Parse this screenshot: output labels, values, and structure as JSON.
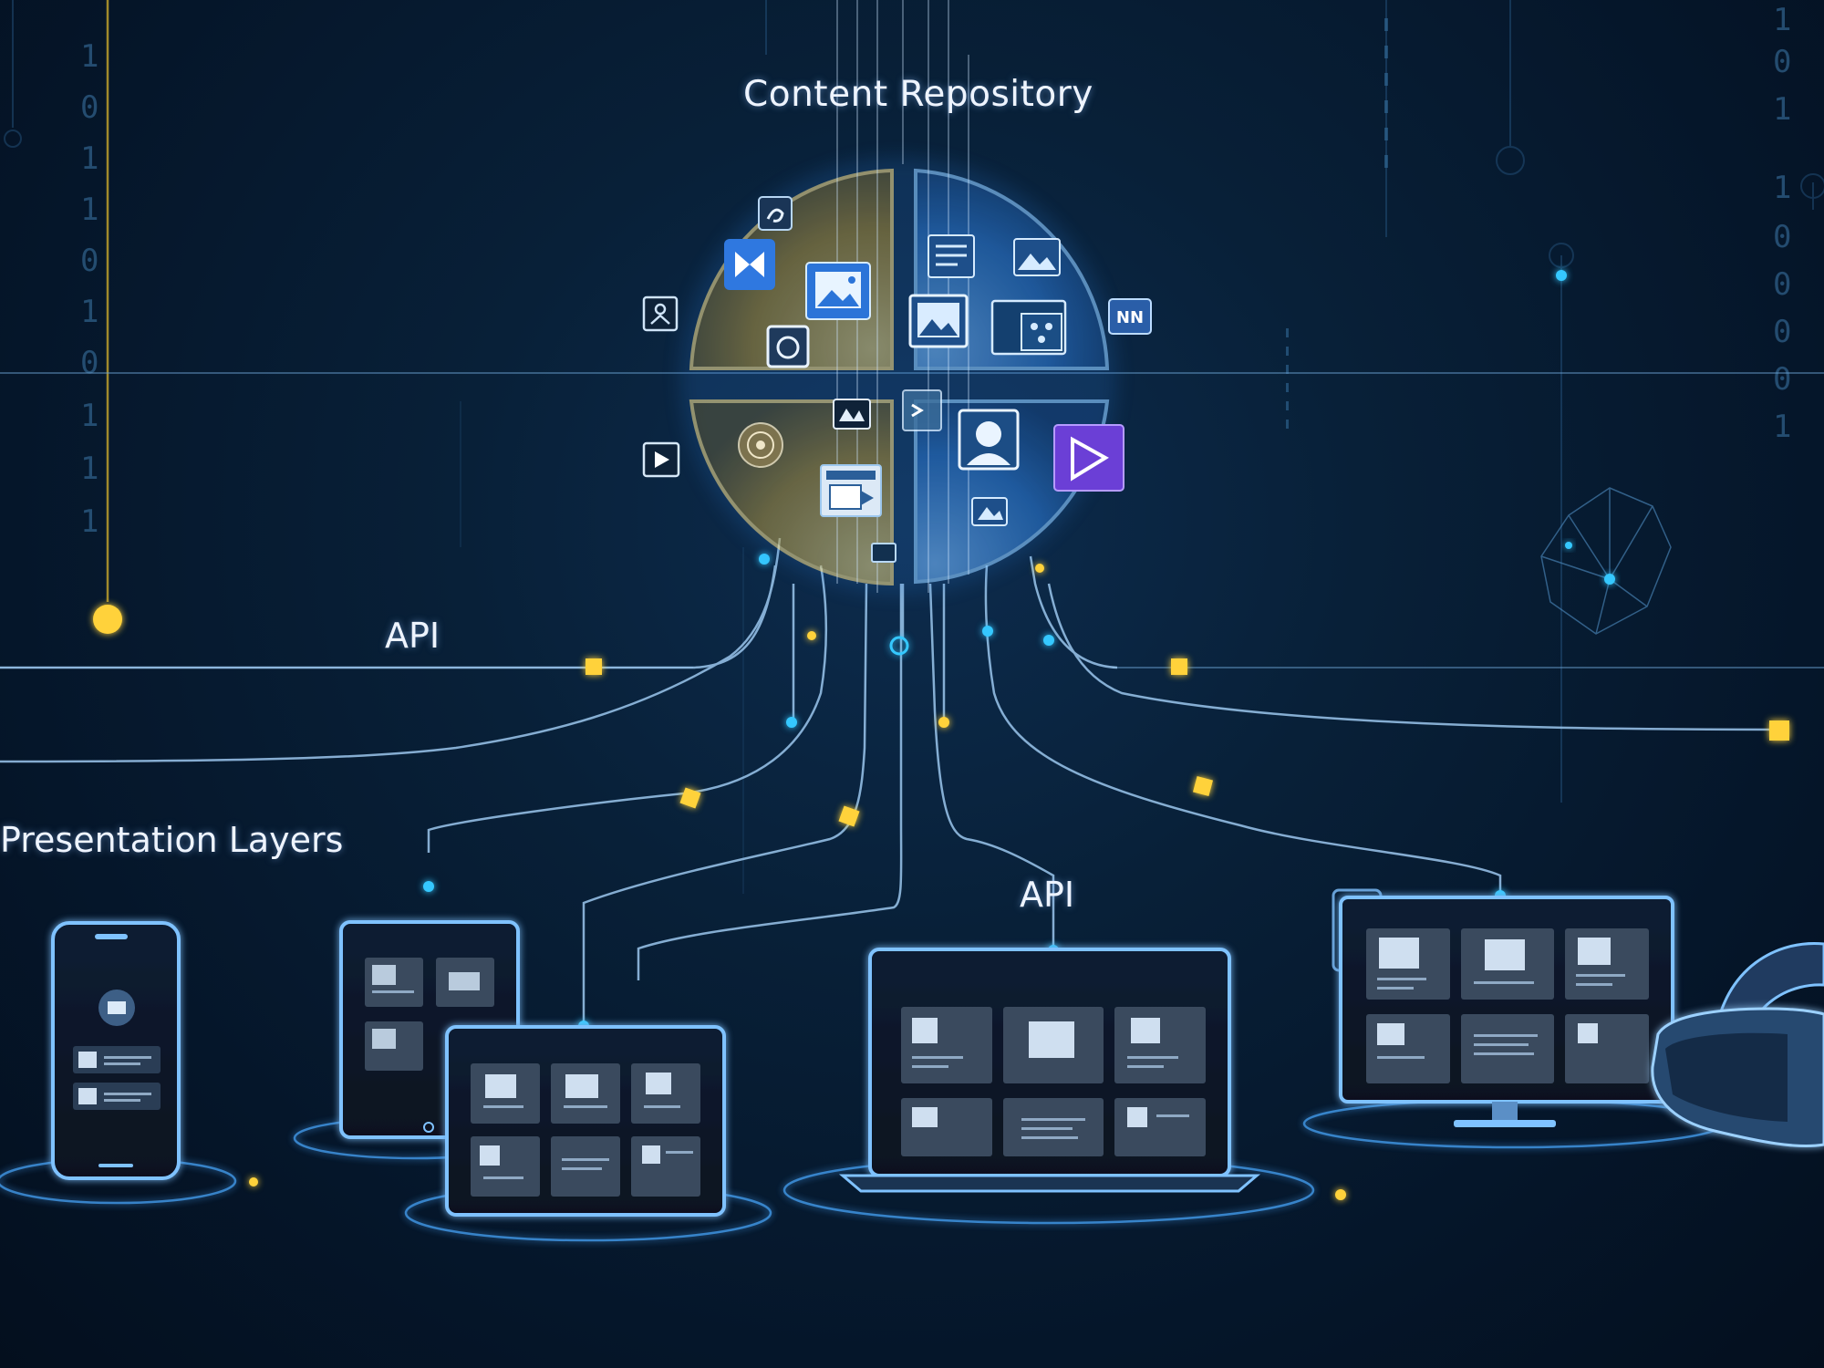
{
  "labels": {
    "content_repository": "Content Repository",
    "api_left": "API",
    "presentation_layers": "Presentation Layers",
    "api_center": "API"
  },
  "binary": {
    "left_column": [
      "1",
      "0",
      "1",
      "1",
      "0",
      "1",
      "0",
      "1",
      "1",
      "1"
    ],
    "right_column": [
      "1",
      "0",
      "1",
      "1",
      "0",
      "0",
      "0",
      "0",
      "1"
    ]
  },
  "colors": {
    "background": "#061426",
    "repository_gold": "#e8c34a",
    "repository_blue": "#3d8fe6",
    "connector_line": "#9cc7ee",
    "node_yellow": "#ffd23a",
    "node_cyan": "#35c8ff",
    "device_glow": "#4aa8ff",
    "video_tile": "#6b3fd6"
  },
  "repository_icons": [
    "puzzle-icon",
    "bowtie-logo-icon",
    "image-icon",
    "camera-icon",
    "person-badge-icon",
    "document-icon",
    "landscape-icon",
    "gallery-icon",
    "nn-badge-icon",
    "film-icon",
    "play-icon",
    "target-icon",
    "media-window-icon",
    "terminal-icon",
    "user-portrait-icon",
    "play-triangle-icon",
    "image-small-icon"
  ],
  "devices": [
    "smartphone",
    "tablet",
    "tablet-front",
    "laptop",
    "desktop-monitor",
    "vr-headset"
  ]
}
